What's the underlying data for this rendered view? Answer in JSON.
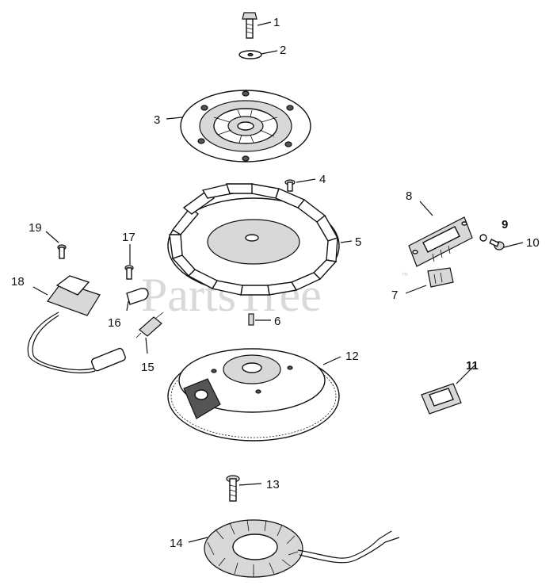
{
  "watermark": {
    "text": "PartsTree",
    "mark": "™"
  },
  "parts": [
    {
      "num": "1"
    },
    {
      "num": "2"
    },
    {
      "num": "3"
    },
    {
      "num": "4"
    },
    {
      "num": "5"
    },
    {
      "num": "6"
    },
    {
      "num": "7"
    },
    {
      "num": "8"
    },
    {
      "num": "9"
    },
    {
      "num": "10"
    },
    {
      "num": "11"
    },
    {
      "num": "12"
    },
    {
      "num": "13"
    },
    {
      "num": "14"
    },
    {
      "num": "15"
    },
    {
      "num": "16"
    },
    {
      "num": "17"
    },
    {
      "num": "18"
    },
    {
      "num": "19"
    }
  ]
}
